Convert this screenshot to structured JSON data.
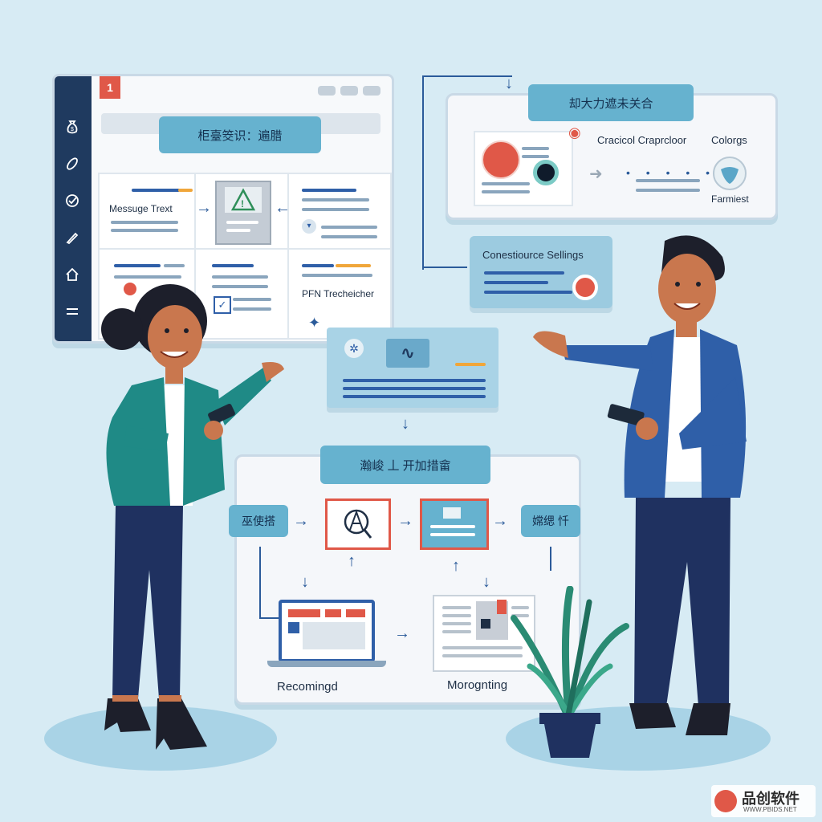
{
  "left_window": {
    "badge": "1",
    "header_title": "柜臺筊识：遍腊",
    "sidebar_icons": [
      "money-bag-icon",
      "leaf-icon",
      "check-circle-icon",
      "pen-icon",
      "home-icon",
      "menu-icon"
    ],
    "cells": {
      "message_text": "Messuge Trext",
      "pfn_label": "PFN Trecheicher"
    }
  },
  "top_right_panel": {
    "header": "却大力遮未关合",
    "subtitle": "Cracicol Craprcloor",
    "colors_label": "Colorgs",
    "footer_label": "Farmiest"
  },
  "settings_card": {
    "title": "Conestiource Sellings"
  },
  "bottom_panel": {
    "header": "瀚峻 丄 开加措畲",
    "left_tag": "巫使搭",
    "right_tag": "嫦缌 忏",
    "caption_left": "Recomingd",
    "caption_right": "Morognting"
  },
  "watermark": {
    "brand": "品创软件",
    "url": "WWW.PBIDS.NET"
  },
  "colors": {
    "background": "#d7ebf4",
    "accent_blue": "#2f5fa8",
    "accent_teal": "#66b2cf",
    "accent_orange": "#f0a63a",
    "accent_red": "#e05848",
    "sidebar_navy": "#1f3a5f"
  }
}
